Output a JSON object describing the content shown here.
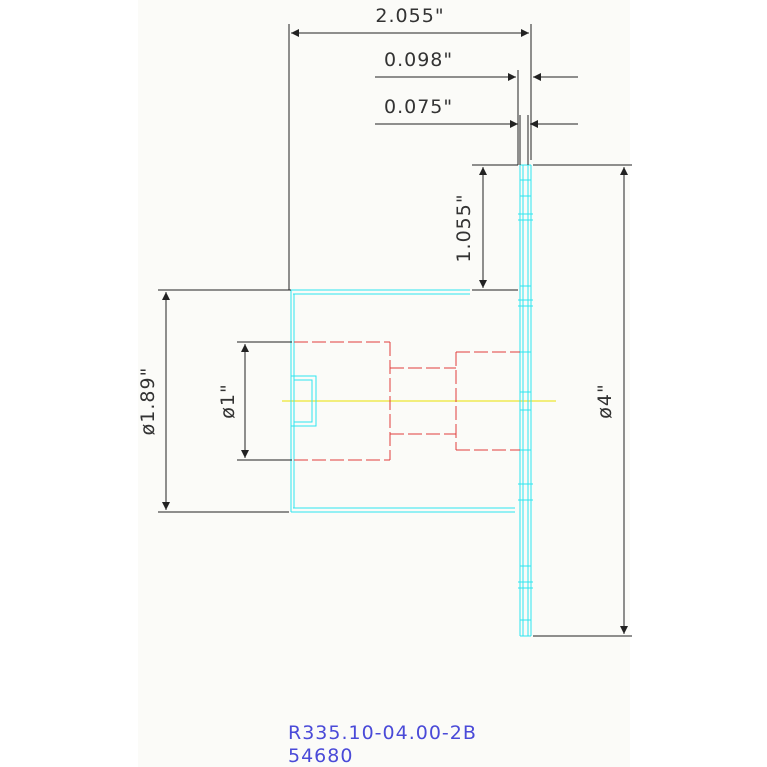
{
  "drawing": {
    "dimensions": {
      "overall_width": "2.055\"",
      "thickness_outer": "0.098\"",
      "thickness_inner": "0.075\"",
      "hub_offset": "1.055\"",
      "hub_diameter": "ø1.89\"",
      "bore_diameter": "ø1\"",
      "outer_diameter": "ø4\""
    },
    "part_number": "R335.10-04.00-2B",
    "part_code": "54680",
    "colors": {
      "dimension": "#222222",
      "outline": "#2ee6ef",
      "hidden": "#e03c3c",
      "centerline": "#e8e000",
      "label": "#4a4ad8"
    }
  }
}
